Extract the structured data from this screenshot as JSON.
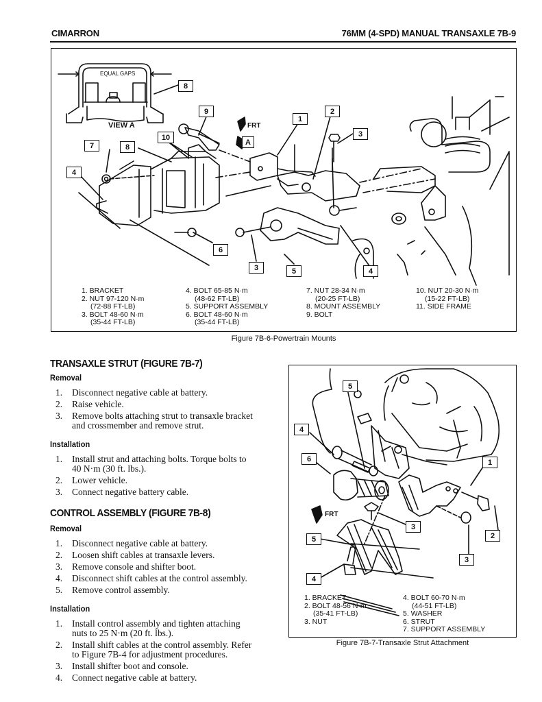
{
  "header": {
    "left": "CIMARRON",
    "right": "76MM (4-SPD) MANUAL TRANSAXLE  7B-9"
  },
  "figure1": {
    "view_label": "VIEW A",
    "gaps_label": "EQUAL GAPS",
    "frt_label": "FRT",
    "view_ref": "A",
    "callouts": [
      "8",
      "9",
      "1",
      "2",
      "3",
      "7",
      "8",
      "10",
      "4",
      "6",
      "3",
      "5",
      "4"
    ],
    "legend": [
      {
        "text": "1. BRACKET"
      },
      {
        "text": "2. NUT 97-120 N·m",
        "sub": "(72-88 FT-LB)"
      },
      {
        "text": "3. BOLT 48-60 N·m",
        "sub": "(35-44 FT-LB)"
      },
      {
        "text": "4. BOLT 65-85 N·m",
        "sub": "(48-62 FT-LB)"
      },
      {
        "text": "5. SUPPORT ASSEMBLY"
      },
      {
        "text": "6. BOLT 48-60 N·m",
        "sub": "(35-44 FT-LB)"
      },
      {
        "text": "7. NUT 28-34 N·m",
        "sub": "(20-25 FT-LB)"
      },
      {
        "text": "8. MOUNT ASSEMBLY"
      },
      {
        "text": "9. BOLT"
      },
      {
        "text": "10. NUT 20-30 N·m",
        "sub": "(15-22 FT-LB)"
      },
      {
        "text": "11. SIDE FRAME"
      }
    ],
    "caption": "Figure 7B-6-Powertrain Mounts"
  },
  "section1": {
    "title": "TRANSAXLE STRUT (FIGURE 7B-7)",
    "removal_title": "Removal",
    "removal": [
      {
        "n": "1.",
        "l1": "Disconnect negative cable at battery."
      },
      {
        "n": "2.",
        "l1": "Raise vehicle."
      },
      {
        "n": "3.",
        "l1": "Remove bolts attaching strut to transaxle bracket",
        "l2": "and crossmember and remove strut."
      }
    ],
    "installation_title": "Installation",
    "installation": [
      {
        "n": "1.",
        "l1": "Install strut and attaching bolts. Torque bolts to",
        "l2": "40 N·m (30 ft. lbs.)."
      },
      {
        "n": "2.",
        "l1": "Lower vehicle."
      },
      {
        "n": "3.",
        "l1": "Connect negative battery cable."
      }
    ]
  },
  "section2": {
    "title": "CONTROL ASSEMBLY (FIGURE 7B-8)",
    "removal_title": "Removal",
    "removal": [
      {
        "n": "1.",
        "l1": "Disconnect negative cable at battery."
      },
      {
        "n": "2.",
        "l1": "Loosen shift cables at transaxle levers."
      },
      {
        "n": "3.",
        "l1": "Remove console and shifter boot."
      },
      {
        "n": "4.",
        "l1": "Disconnect shift cables at the control assembly."
      },
      {
        "n": "5.",
        "l1": "Remove control assembly."
      }
    ],
    "installation_title": "Installation",
    "installation": [
      {
        "n": "1.",
        "l1": "Install control assembly and tighten attaching",
        "l2": "nuts to 25 N·m (20 ft. lbs.)."
      },
      {
        "n": "2.",
        "l1": "Install shift cables at the control assembly. Refer",
        "l2": "to Figure 7B-4 for adjustment procedures."
      },
      {
        "n": "3.",
        "l1": "Install shifter boot and console."
      },
      {
        "n": "4.",
        "l1": "Connect negative cable at battery."
      }
    ]
  },
  "figure2": {
    "frt_label": "FRT",
    "callouts": [
      "5",
      "4",
      "6",
      "1",
      "3",
      "2",
      "5",
      "3",
      "4"
    ],
    "legend": [
      {
        "text": "1. BRACKET"
      },
      {
        "text": "2. BOLT 48-56 N·m",
        "sub": "(35-41 FT-LB)"
      },
      {
        "text": "3. NUT"
      },
      {
        "text": "4. BOLT 60-70 N·m",
        "sub": "(44-51 FT-LB)"
      },
      {
        "text": "5. WASHER"
      },
      {
        "text": "6. STRUT"
      },
      {
        "text": "7. SUPPORT ASSEMBLY"
      }
    ],
    "caption": "Figure 7B-7-Transaxle Strut Attachment"
  }
}
